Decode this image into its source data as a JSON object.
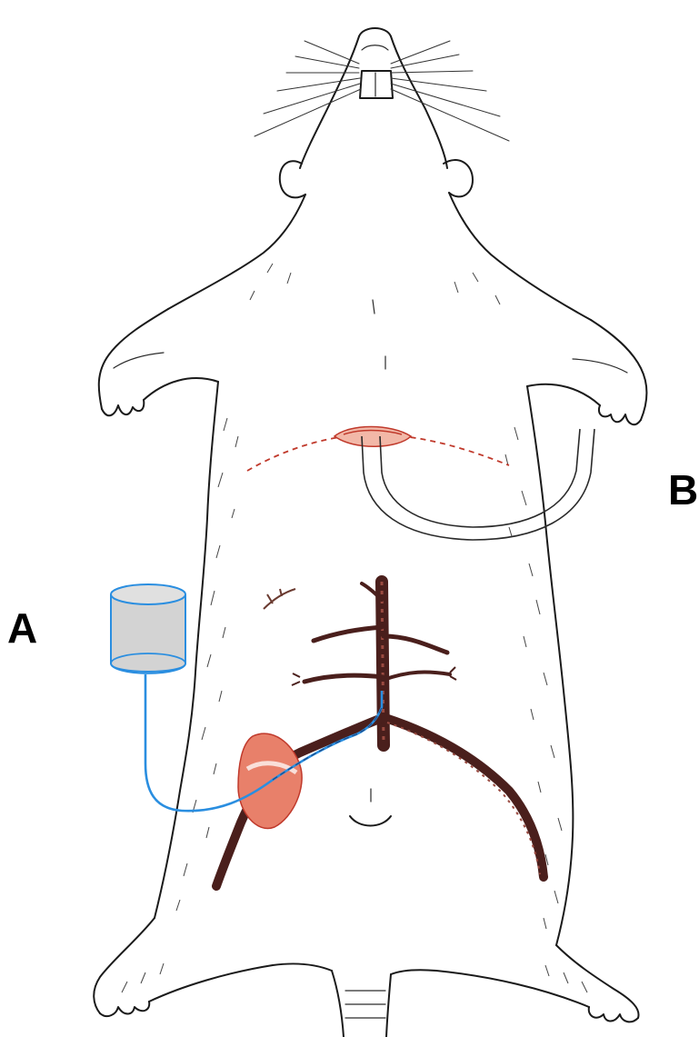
{
  "labels": {
    "a": "A",
    "b": "B"
  },
  "colors": {
    "outline": "#1a1a1a",
    "vessel": "#4a1f1c",
    "vessel_highlight": "#9a4a40",
    "catheter": "#2a8ee0",
    "reservoir_fill": "#d3d3d3",
    "reservoir_stroke": "#2a8ee0",
    "incision": "#c0392b",
    "patch": "#e8806a"
  },
  "icons": {
    "animal": "rat-ventral-outline",
    "reservoir": "cylinder-reservoir",
    "patch": "tissue-patch",
    "cannula": "u-shaped-tube"
  }
}
